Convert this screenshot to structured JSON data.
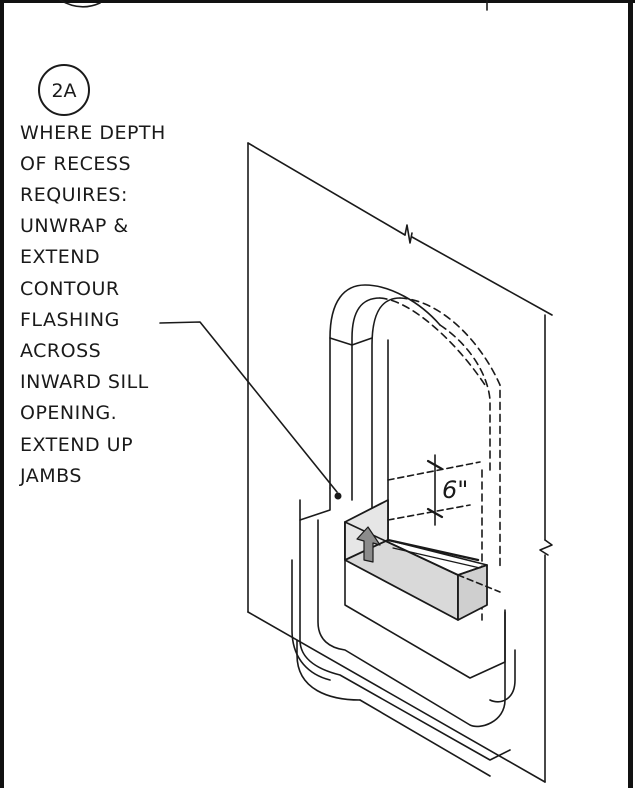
{
  "detail_tag": "2A",
  "note_lines": [
    "WHERE DEPTH",
    "OF RECESS",
    "REQUIRES:",
    "UNWRAP &",
    "EXTEND",
    "CONTOUR",
    "FLASHING",
    "ACROSS",
    "INWARD SILL",
    "OPENING.",
    "EXTEND UP",
    "JAMBS"
  ],
  "dimension_label": "6\"",
  "colors": {
    "line": "#1a1a1a",
    "flashing_fill": "#d9d9d9",
    "flashing_shade": "#8c8c8c"
  }
}
